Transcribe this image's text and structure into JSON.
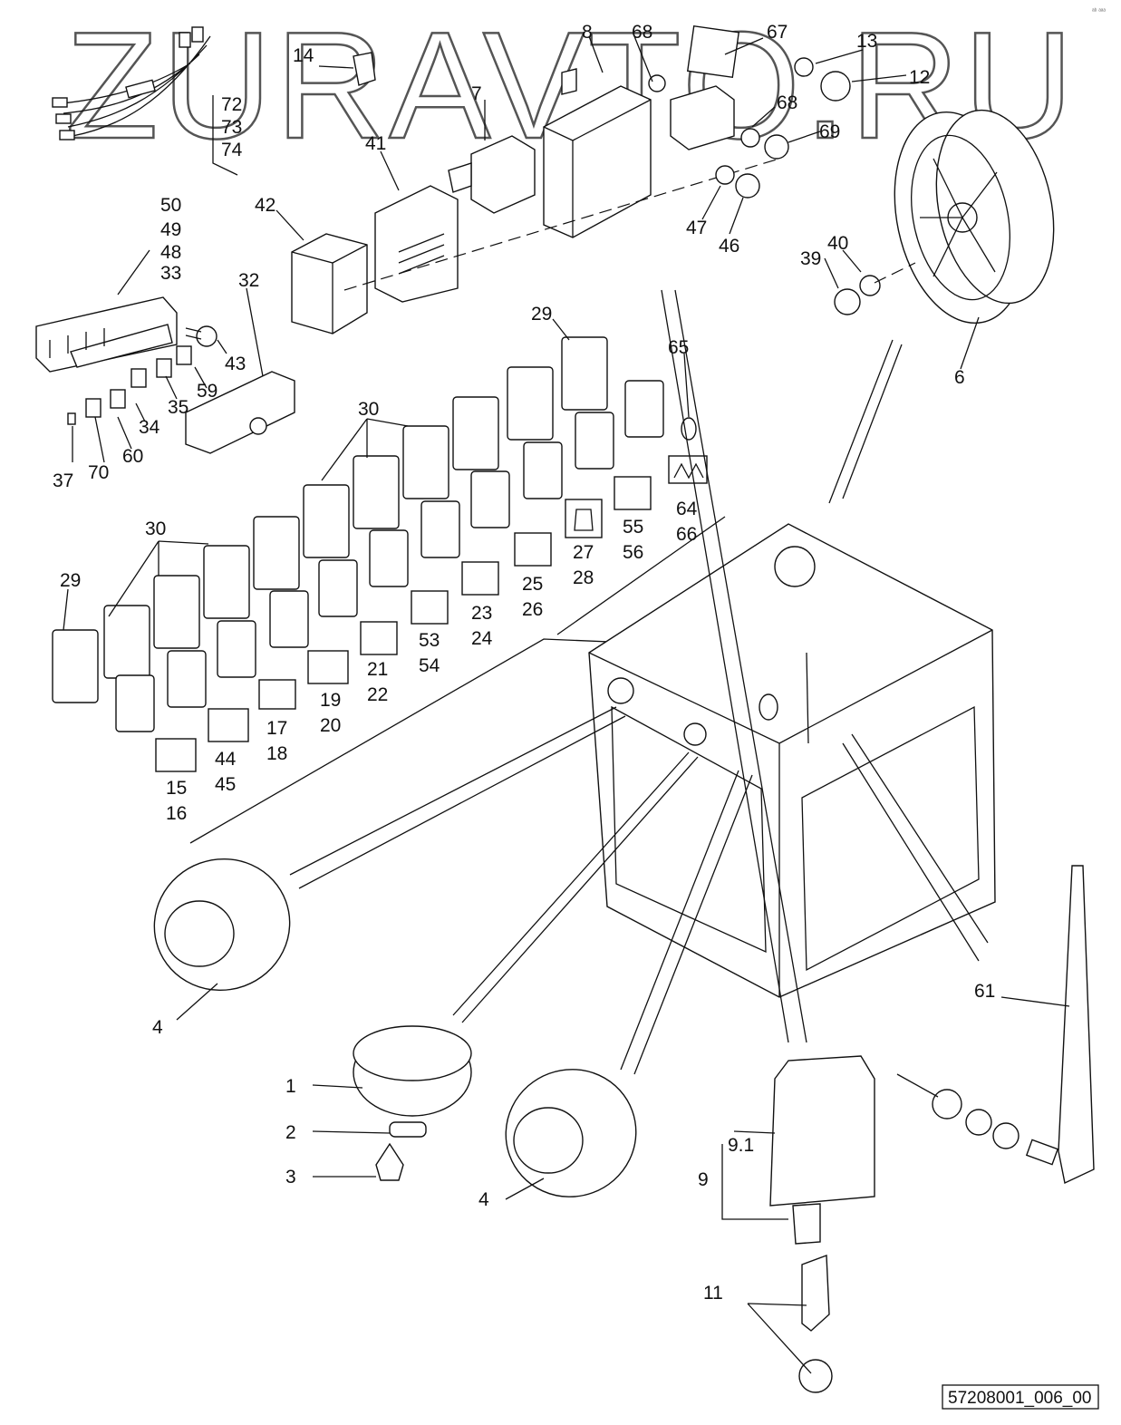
{
  "watermark": "ZURAVTO.RU",
  "reference": "57208001_006_00",
  "corner_mark": "ᵃᵇ ᵃᵃᵃ",
  "labels": {
    "l72": "72",
    "l73": "73",
    "l74": "74",
    "l14": "14",
    "l8": "8",
    "l68a": "68",
    "l67": "67",
    "l13": "13",
    "l12": "12",
    "l7": "7",
    "l68b": "68",
    "l69": "69",
    "l41": "41",
    "l42": "42",
    "l47": "47",
    "l46": "46",
    "l39": "39",
    "l40": "40",
    "l6": "6",
    "l50": "50",
    "l49": "49",
    "l48": "48",
    "l33": "33",
    "l32": "32",
    "l43": "43",
    "l59": "59",
    "l35": "35",
    "l34": "34",
    "l37": "37",
    "l70": "70",
    "l60": "60",
    "l29a": "29",
    "l65": "65",
    "l30a": "30",
    "l64": "64",
    "l66": "66",
    "l55": "55",
    "l56": "56",
    "l27": "27",
    "l28": "28",
    "l25": "25",
    "l26": "26",
    "l23": "23",
    "l24": "24",
    "l53": "53",
    "l54": "54",
    "l21": "21",
    "l22": "22",
    "l30b": "30",
    "l29b": "29",
    "l19": "19",
    "l20": "20",
    "l17": "17",
    "l18": "18",
    "l44": "44",
    "l45": "45",
    "l15": "15",
    "l16": "16",
    "l4a": "4",
    "l1": "1",
    "l2": "2",
    "l3": "3",
    "l4b": "4",
    "l91": "9.1",
    "l9": "9",
    "l11": "11",
    "l61": "61"
  }
}
